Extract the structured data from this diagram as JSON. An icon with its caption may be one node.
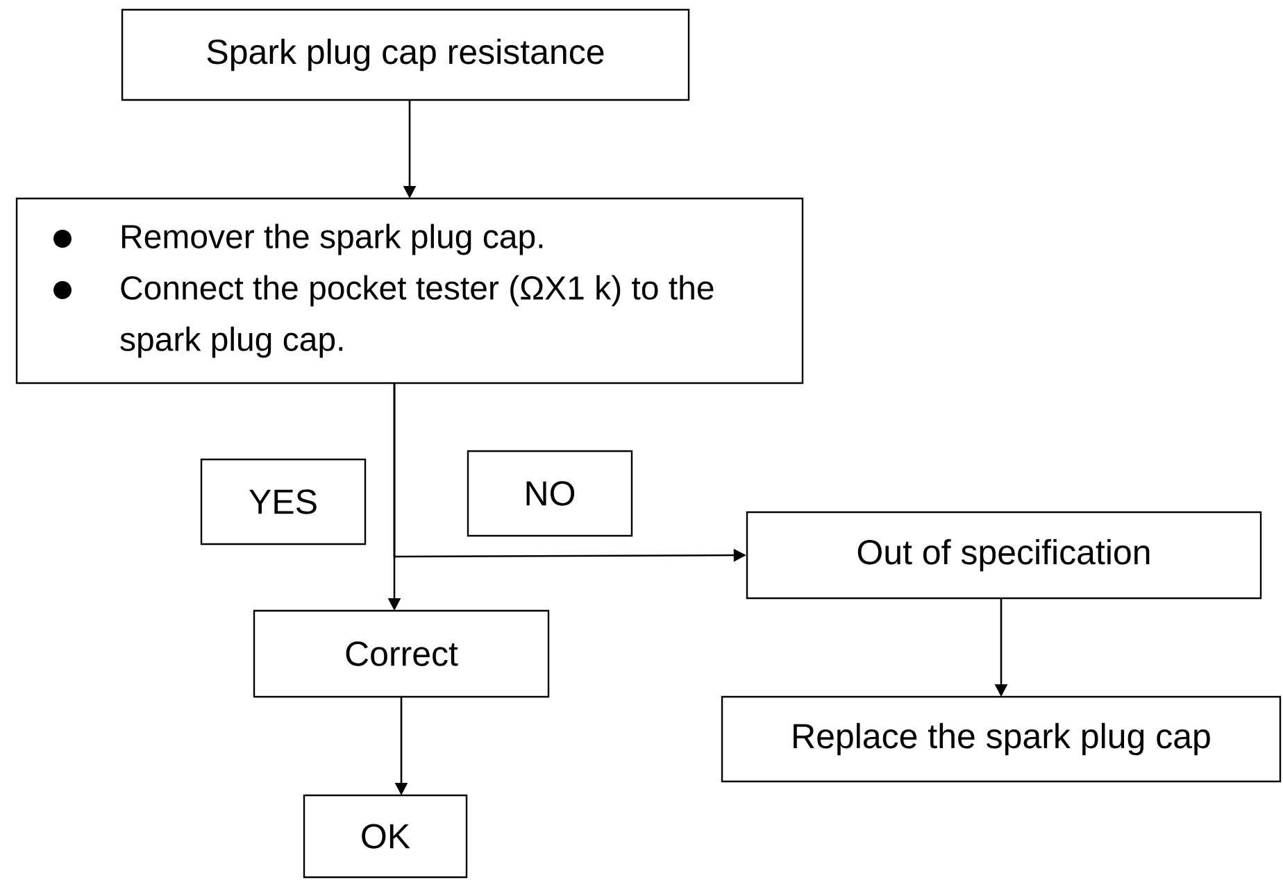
{
  "diagram": {
    "nodes": [
      {
        "text": [
          "Spark plug cap resistance"
        ]
      },
      {
        "text": [
          "Remover the spark plug cap.",
          "Connect the pocket tester (ΩX1 k) to the spark plug cap."
        ]
      },
      {
        "text": [
          "YES"
        ]
      },
      {
        "text": [
          "NO"
        ]
      },
      {
        "text": [
          "Out of specification"
        ]
      },
      {
        "text": [
          "Correct"
        ]
      },
      {
        "text": [
          "Replace the spark plug cap"
        ]
      },
      {
        "text": [
          "OK"
        ]
      }
    ],
    "edges": [
      {
        "from": 0,
        "to": 1,
        "arrow": "to"
      },
      {
        "from": 1,
        "to": 5,
        "arrow": "to"
      },
      {
        "from": 1,
        "to": 4,
        "arrow": "to"
      },
      {
        "from": 4,
        "to": 6,
        "arrow": "to"
      },
      {
        "from": 5,
        "to": 7,
        "arrow": "to"
      }
    ]
  }
}
